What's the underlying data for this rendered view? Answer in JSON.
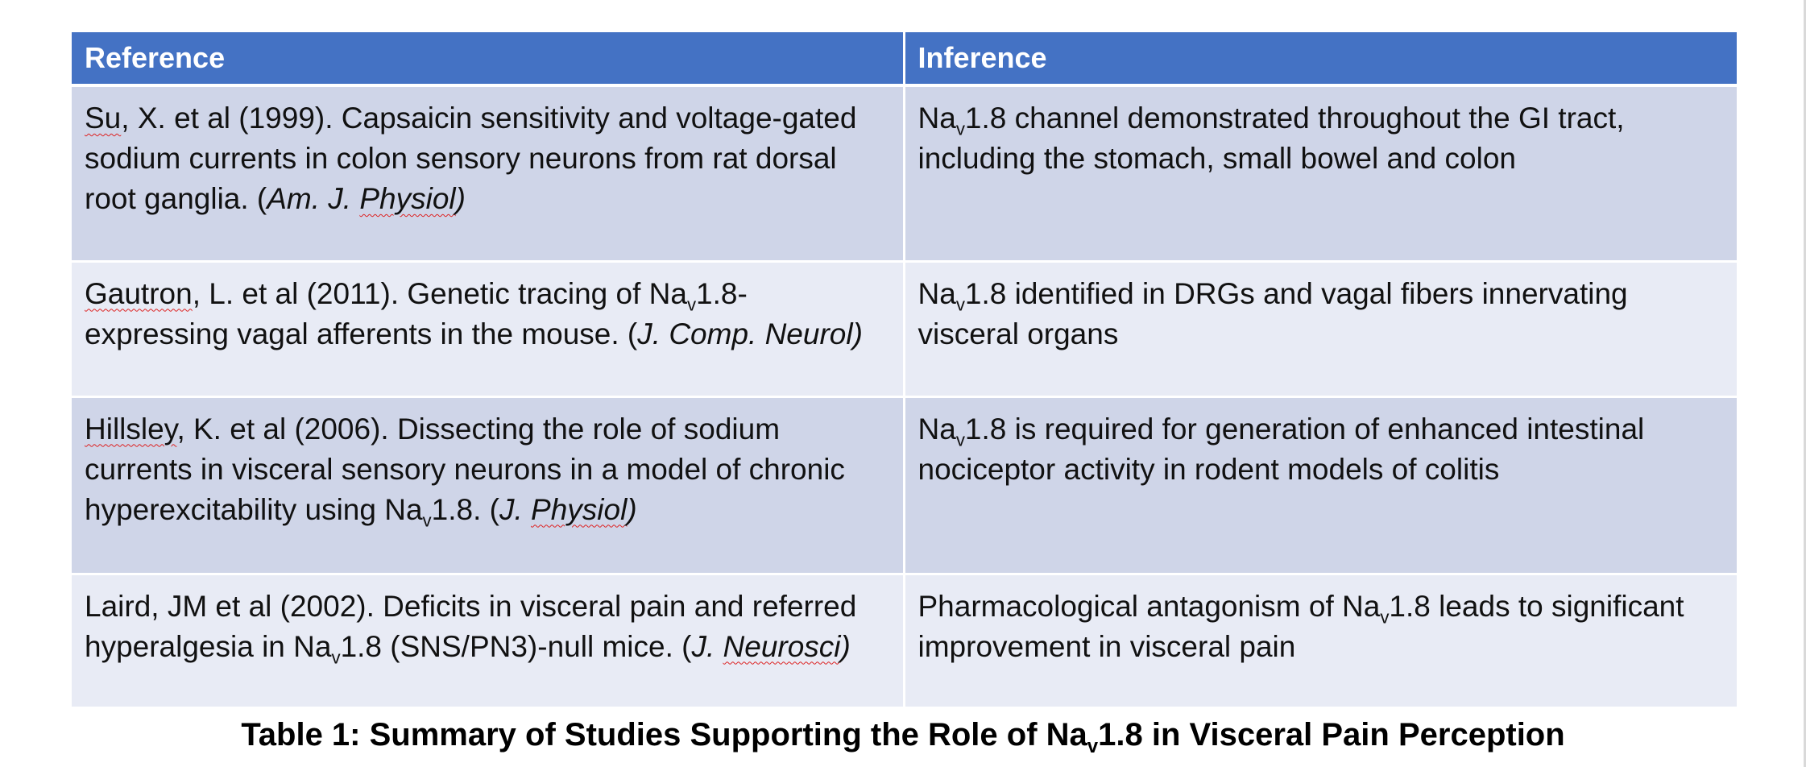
{
  "table": {
    "headers": [
      "Reference",
      "Inference"
    ],
    "rows": [
      {
        "ref_author": "Su",
        "ref_text": ", X. et al (1999). Capsaicin sensitivity and voltage-gated sodium currents in colon sensory neurons from rat dorsal root ganglia. (",
        "ref_journal_a": "Am. J. ",
        "ref_journal_b": "Physiol",
        "ref_journal_c": ")",
        "inf_pre": "Na",
        "inf_sub": "v",
        "inf_post": "1.8 channel demonstrated throughout the GI tract, including the stomach, small bowel and colon"
      },
      {
        "ref_author": "Gautron",
        "ref_text_a": ", L. et al (2011). Genetic tracing of Na",
        "ref_sub": "v",
        "ref_text_b": "1.8-expressing vagal afferents in the mouse. (",
        "ref_journal": "J. Comp. Neurol)",
        "inf_pre": "Na",
        "inf_sub": "v",
        "inf_post": "1.8 identified in DRGs and vagal fibers innervating visceral organs"
      },
      {
        "ref_author": "Hillsley",
        "ref_text_a": ", K. et al (2006). Dissecting the role of sodium currents in visceral sensory neurons in a model of chronic hyperexcitability using Na",
        "ref_sub": "v",
        "ref_text_b": "1.8. (",
        "ref_journal_a": "J. ",
        "ref_journal_b": "Physiol",
        "ref_journal_c": ")",
        "inf_pre": "Na",
        "inf_sub": "v",
        "inf_post": "1.8 is required for generation of enhanced intestinal nociceptor activity in rodent models of colitis"
      },
      {
        "ref_text_a": "Laird, JM et al (2002). Deficits in visceral pain and referred hyperalgesia in Na",
        "ref_sub": "v",
        "ref_text_b": "1.8 (SNS/PN3)-null mice. (",
        "ref_journal_a": "J. ",
        "ref_journal_b": "Neurosci",
        "ref_journal_c": ")",
        "inf_pre": "Pharmacological antagonism of Na",
        "inf_sub": "v",
        "inf_post": "1.8 leads to significant improvement in visceral pain"
      }
    ]
  },
  "caption": {
    "pre": "Table 1: Summary of Studies Supporting the Role of Na",
    "sub": "v",
    "post": "1.8 in Visceral Pain Perception"
  },
  "colors": {
    "header_bg": "#4472c4",
    "row_dark": "#cfd5e8",
    "row_light": "#e8ebf5",
    "spellcheck": "#dd2222"
  }
}
